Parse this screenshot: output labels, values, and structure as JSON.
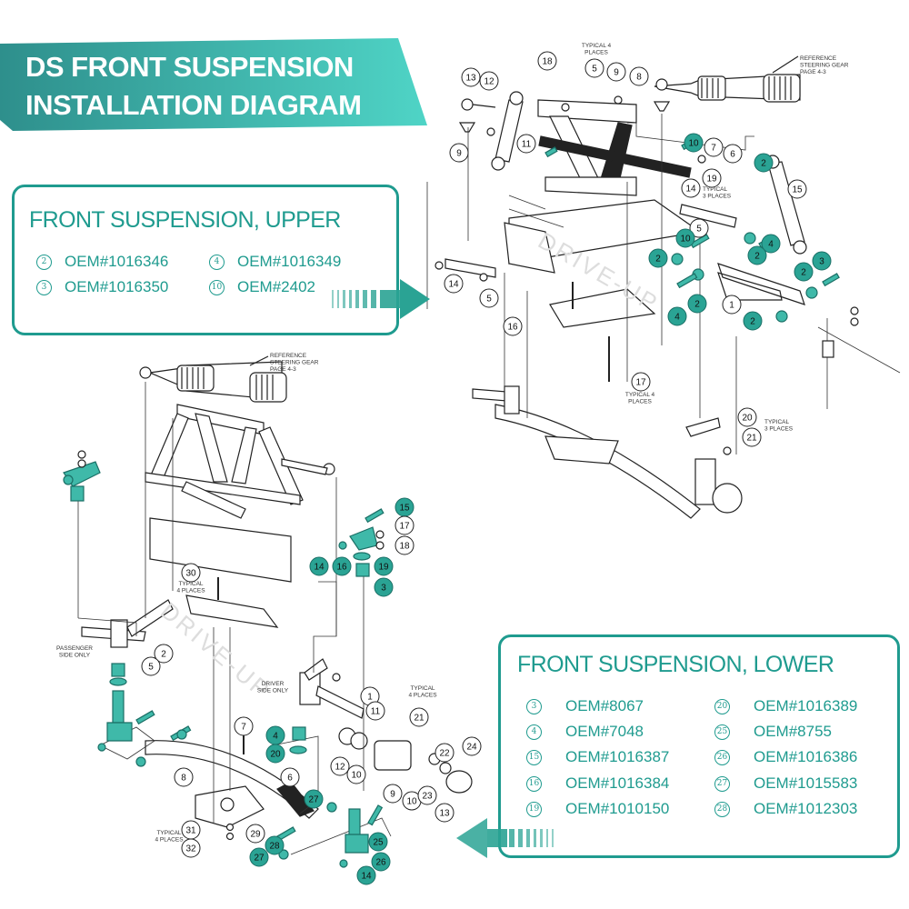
{
  "banner": {
    "line1": "DS FRONT SUSPENSION",
    "line2": "INSTALLATION DIAGRAM",
    "gradient_start": "#2e8f8c",
    "gradient_end": "#4fd4c6"
  },
  "accent_color": "#1f9b8f",
  "highlight_color": "#2aa394",
  "upper_panel": {
    "title": "FRONT SUSPENSION, UPPER",
    "items": [
      {
        "num": "2",
        "oem": "OEM#1016346"
      },
      {
        "num": "4",
        "oem": "OEM#1016349"
      },
      {
        "num": "3",
        "oem": "OEM#1016350"
      },
      {
        "num": "10",
        "oem": "OEM#2402"
      }
    ]
  },
  "lower_panel": {
    "title": "FRONT SUSPENSION, LOWER",
    "items": [
      {
        "num": "3",
        "oem": "OEM#8067"
      },
      {
        "num": "20",
        "oem": "OEM#1016389"
      },
      {
        "num": "4",
        "oem": "OEM#7048"
      },
      {
        "num": "25",
        "oem": "OEM#8755"
      },
      {
        "num": "15",
        "oem": "OEM#1016387"
      },
      {
        "num": "26",
        "oem": "OEM#1016386"
      },
      {
        "num": "16",
        "oem": "OEM#1016384"
      },
      {
        "num": "27",
        "oem": "OEM#1015583"
      },
      {
        "num": "19",
        "oem": "OEM#1010150"
      },
      {
        "num": "28",
        "oem": "OEM#1012303"
      }
    ]
  },
  "upper_diagram": {
    "notes": {
      "typical4": "TYPICAL 4\nPLACES",
      "reference": "REFERENCE\nSTEERING GEAR\nPAGE 4-3",
      "typical3": "TYPICAL\n3 PLACES",
      "typical4b": "TYPICAL 4\nPLACES",
      "typical3b": "TYPICAL\n3 PLACES"
    },
    "watermark": "DRIVE-UP",
    "callouts": [
      {
        "n": "18",
        "hl": false
      },
      {
        "n": "5",
        "hl": false
      },
      {
        "n": "9",
        "hl": false
      },
      {
        "n": "8",
        "hl": false
      },
      {
        "n": "13",
        "hl": false
      },
      {
        "n": "12",
        "hl": false
      },
      {
        "n": "11",
        "hl": false
      },
      {
        "n": "9",
        "hl": false
      },
      {
        "n": "10",
        "hl": true
      },
      {
        "n": "7",
        "hl": false
      },
      {
        "n": "6",
        "hl": false
      },
      {
        "n": "2",
        "hl": true
      },
      {
        "n": "19",
        "hl": false
      },
      {
        "n": "14",
        "hl": false
      },
      {
        "n": "15",
        "hl": false
      },
      {
        "n": "5",
        "hl": false
      },
      {
        "n": "10",
        "hl": true
      },
      {
        "n": "2",
        "hl": true
      },
      {
        "n": "4",
        "hl": true
      },
      {
        "n": "2",
        "hl": true
      },
      {
        "n": "2",
        "hl": true
      },
      {
        "n": "3",
        "hl": true
      },
      {
        "n": "2",
        "hl": true
      },
      {
        "n": "4",
        "hl": true
      },
      {
        "n": "1",
        "hl": false
      },
      {
        "n": "2",
        "hl": true
      },
      {
        "n": "14",
        "hl": false
      },
      {
        "n": "5",
        "hl": false
      },
      {
        "n": "16",
        "hl": false
      },
      {
        "n": "17",
        "hl": false
      },
      {
        "n": "20",
        "hl": false
      },
      {
        "n": "21",
        "hl": false
      }
    ]
  },
  "lower_diagram": {
    "notes": {
      "reference": "REFERENCE\nSTEERING GEAR\nPAGE 4-3",
      "typical4": "TYPICAL\n4 PLACES",
      "passenger": "PASSENGER\nSIDE ONLY",
      "driver": "DRIVER\nSIDE ONLY",
      "typical4b": "TYPICAL\n4 PLACES",
      "typical4c": "TYPICAL\n4 PLACES"
    },
    "watermark": "DRIVE-UP",
    "callouts": [
      {
        "n": "15",
        "hl": true
      },
      {
        "n": "17",
        "hl": false
      },
      {
        "n": "18",
        "hl": false
      },
      {
        "n": "14",
        "hl": true
      },
      {
        "n": "16",
        "hl": true
      },
      {
        "n": "19",
        "hl": true
      },
      {
        "n": "3",
        "hl": true
      },
      {
        "n": "30",
        "hl": false
      },
      {
        "n": "2",
        "hl": false
      },
      {
        "n": "5",
        "hl": false
      },
      {
        "n": "1",
        "hl": false
      },
      {
        "n": "7",
        "hl": false
      },
      {
        "n": "11",
        "hl": false
      },
      {
        "n": "21",
        "hl": false
      },
      {
        "n": "4",
        "hl": true
      },
      {
        "n": "20",
        "hl": true
      },
      {
        "n": "12",
        "hl": false
      },
      {
        "n": "10",
        "hl": false
      },
      {
        "n": "22",
        "hl": false
      },
      {
        "n": "24",
        "hl": false
      },
      {
        "n": "8",
        "hl": false
      },
      {
        "n": "6",
        "hl": false
      },
      {
        "n": "9",
        "hl": false
      },
      {
        "n": "10",
        "hl": false
      },
      {
        "n": "23",
        "hl": false
      },
      {
        "n": "13",
        "hl": false
      },
      {
        "n": "27",
        "hl": true
      },
      {
        "n": "31",
        "hl": false
      },
      {
        "n": "29",
        "hl": false
      },
      {
        "n": "25",
        "hl": true
      },
      {
        "n": "32",
        "hl": false
      },
      {
        "n": "28",
        "hl": true
      },
      {
        "n": "27",
        "hl": true
      },
      {
        "n": "26",
        "hl": true
      },
      {
        "n": "14",
        "hl": true
      }
    ]
  }
}
